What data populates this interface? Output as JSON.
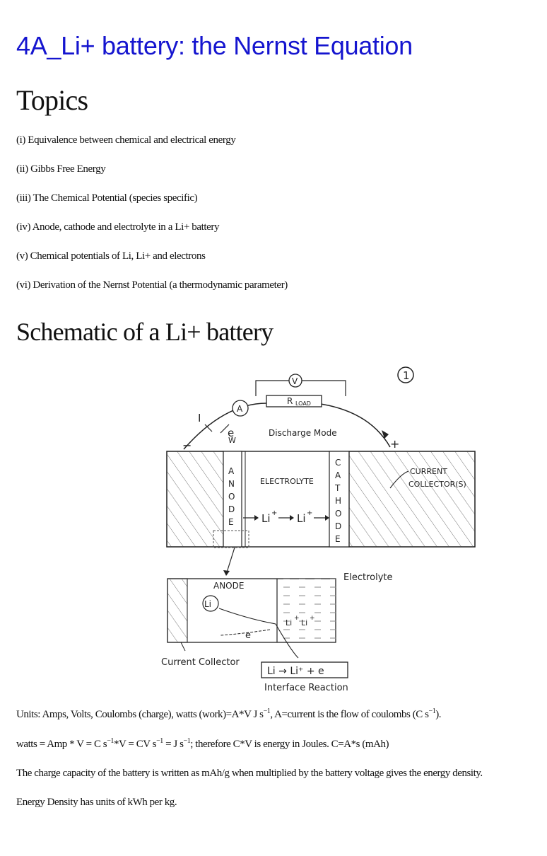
{
  "title": "4A_Li+ battery: the Nernst Equation",
  "topics_heading": "Topics",
  "topics": [
    "(i) Equivalence between chemical and electrical energy",
    "(ii) Gibbs Free Energy",
    "(iii) The Chemical Potential (species specific)",
    "(iv) Anode, cathode and electrolyte in a Li+ battery",
    "(v) Chemical potentials of Li, Li+ and electrons",
    "(vi) Derivation of the Nernst Potential (a thermodynamic parameter)"
  ],
  "schematic_heading": "Schematic of a Li+ battery",
  "figure": {
    "page_number": "1",
    "voltmeter": "V",
    "ammeter": "A",
    "load": "R",
    "load_sub": "LOAD",
    "current": "I",
    "electron": "e",
    "mode": "Discharge Mode",
    "minus": "−",
    "plus": "+",
    "anode_letters": [
      "A",
      "N",
      "O",
      "D",
      "E"
    ],
    "cathode_letters": [
      "C",
      "A",
      "T",
      "H",
      "O",
      "D",
      "E"
    ],
    "electrolyte": "ELECTROLYTE",
    "ion": "Li",
    "ion_sup": "+",
    "collector_line1": "CURRENT",
    "collector_line2": "COLLECTOR(S)",
    "inset_anode": "ANODE",
    "inset_electrolyte": "Electrolyte",
    "inset_li": "Li",
    "current_collector": "Current Collector",
    "reaction": "Li → Li⁺ + e",
    "interface_reaction": "Interface Reaction"
  },
  "paragraphs": {
    "units": {
      "a": "Units: Amps, Volts, Coulombs (charge), watts (work)=A*V J s",
      "sup1": "−1",
      "b": ", A=current is the flow of coulombs (C s",
      "sup2": "−1",
      "c": ")."
    },
    "watts": {
      "a": "watts = Amp * V = C s",
      "sup1": "−1",
      "b": "*V = CV s",
      "sup2": "−1",
      "c": " = J s",
      "sup3": "−1",
      "d": ";  therefore  C*V is energy in Joules. C=A*s (mAh)"
    },
    "capacity": "The charge capacity of the battery is written as mAh/g when multiplied by the battery voltage gives the energy density.",
    "density": "Energy Density has units of kWh per kg."
  }
}
